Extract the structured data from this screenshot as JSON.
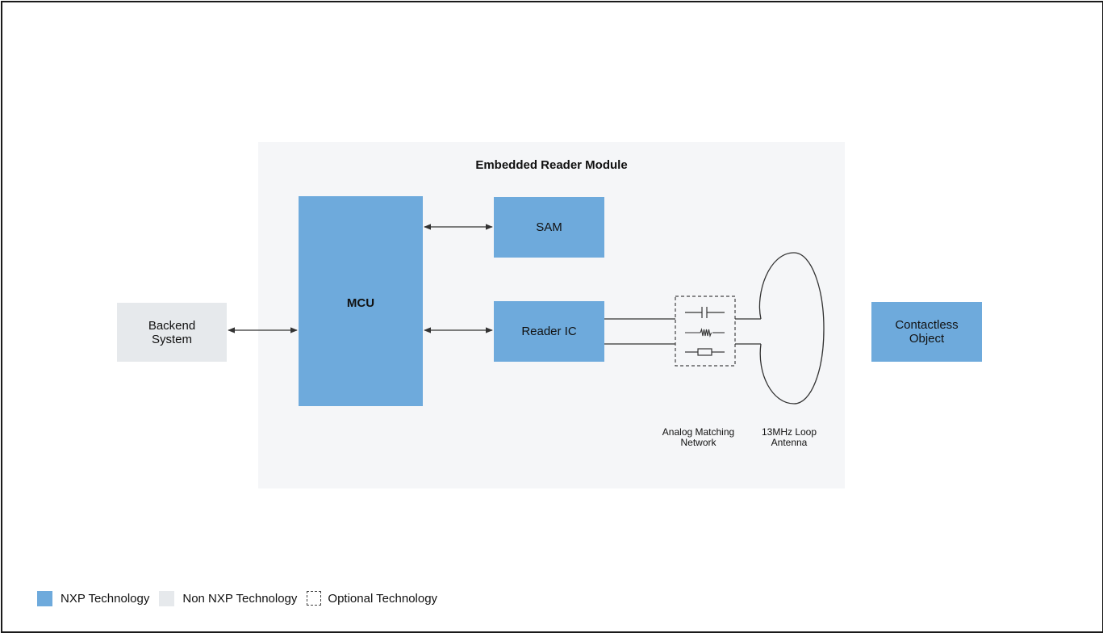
{
  "diagram": {
    "module_title": "Embedded Reader Module",
    "blocks": {
      "mcu": "MCU",
      "sam": "SAM",
      "reader_ic": "Reader IC",
      "backend_line1": "Backend",
      "backend_line2": "System",
      "contactless_line1": "Contactless",
      "contactless_line2": "Object"
    },
    "labels": {
      "matching_line1": "Analog Matching",
      "matching_line2": "Network",
      "antenna_line1": "13MHz Loop",
      "antenna_line2": "Antenna"
    },
    "colors": {
      "nxp": "#6eaadc",
      "non_nxp": "#e6e9ec",
      "module_background": "#f5f6f8"
    }
  },
  "legend": {
    "nxp": "NXP Technology",
    "non_nxp": "Non NXP Technology",
    "optional": "Optional Technology"
  }
}
